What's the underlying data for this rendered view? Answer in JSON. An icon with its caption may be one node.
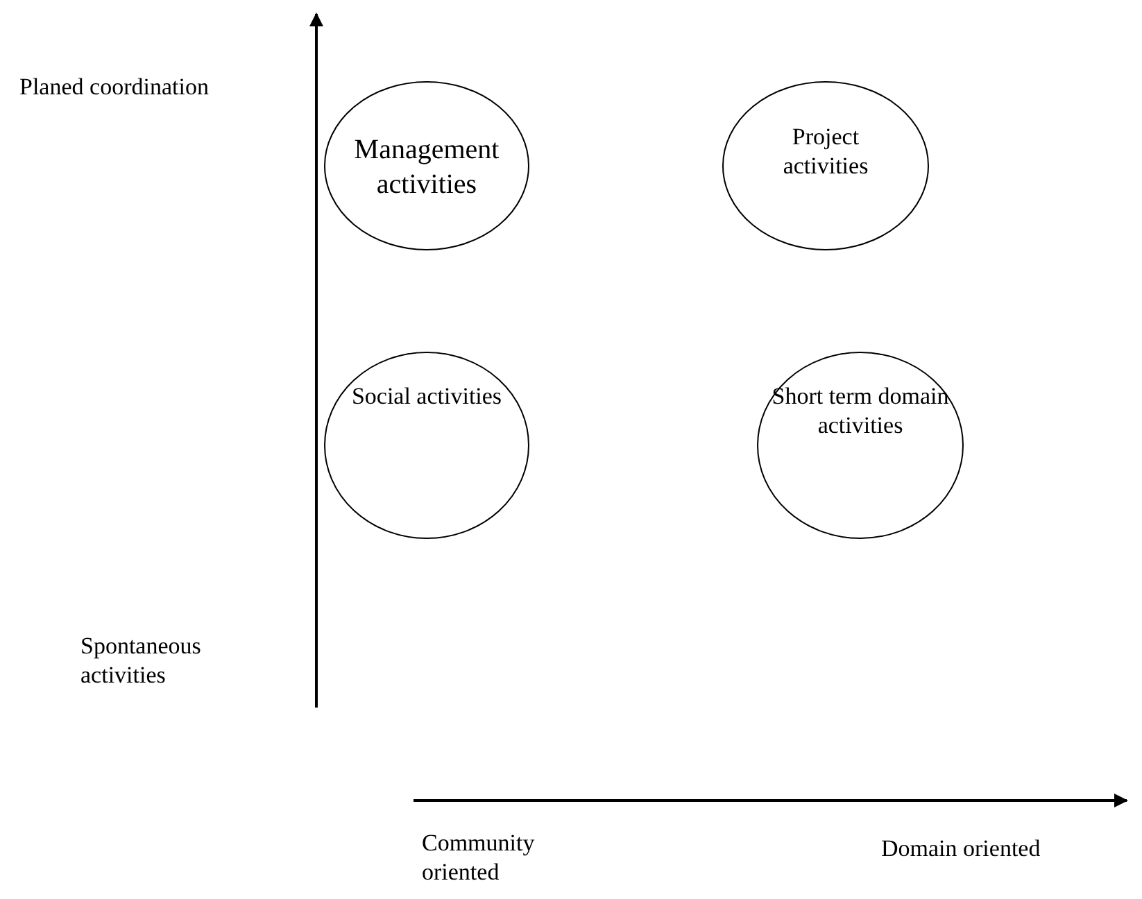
{
  "diagram": {
    "nodes": [
      {
        "text": [
          "Management activities"
        ]
      },
      {
        "text": [
          "Project activities"
        ]
      },
      {
        "text": [
          "Social activities"
        ]
      },
      {
        "text": [
          "Short term domain activities"
        ]
      }
    ],
    "labels": [
      "Planed coordination",
      "Spontaneous activities",
      "Community oriented",
      "Domain oriented"
    ]
  }
}
